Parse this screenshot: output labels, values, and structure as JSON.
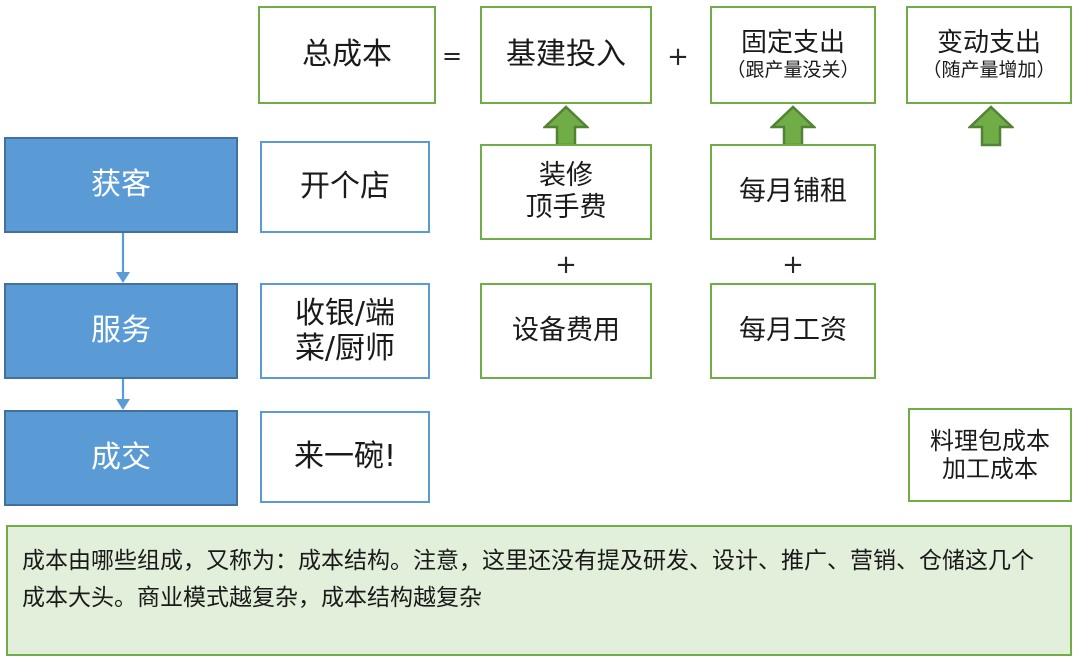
{
  "diagram": {
    "title_boxes": {
      "total_cost": "总成本",
      "equals": "=",
      "capex": "基建投入",
      "plus1": "+",
      "fixed_cost_line1": "固定支出",
      "fixed_cost_line2": "（跟产量没关）",
      "variable_cost_line1": "变动支出",
      "variable_cost_line2": "（随产量增加）"
    },
    "funnel": [
      {
        "stage": "获客",
        "detail": "开个店"
      },
      {
        "stage": "服务",
        "detail_line1": "收银/端",
        "detail_line2": "菜/厨师"
      },
      {
        "stage": "成交",
        "detail": "来一碗!"
      }
    ],
    "capex_items": [
      {
        "line1": "装修",
        "line2": "顶手费"
      },
      {
        "line1": "设备费用"
      }
    ],
    "fixed_items": [
      {
        "line1": "每月铺租"
      },
      {
        "line1": "每月工资"
      }
    ],
    "variable_items": [
      {
        "line1": "料理包成本",
        "line2": "加工成本"
      }
    ],
    "operators": {
      "capex_plus": "+",
      "fixed_plus": "+"
    },
    "caption": "成本由哪些组成，又称为：成本结构。注意，这里还没有提及研发、设计、推广、营销、仓储这几个成本大头。商业模式越复杂，成本结构越复杂"
  },
  "colors": {
    "green_border": "#70ad47",
    "green_fill": "#e2efda",
    "blue_fill": "#5b9bd5",
    "blue_border": "#41719c",
    "blue_outline": "#5b9bd5",
    "text": "#1a1a1a"
  }
}
